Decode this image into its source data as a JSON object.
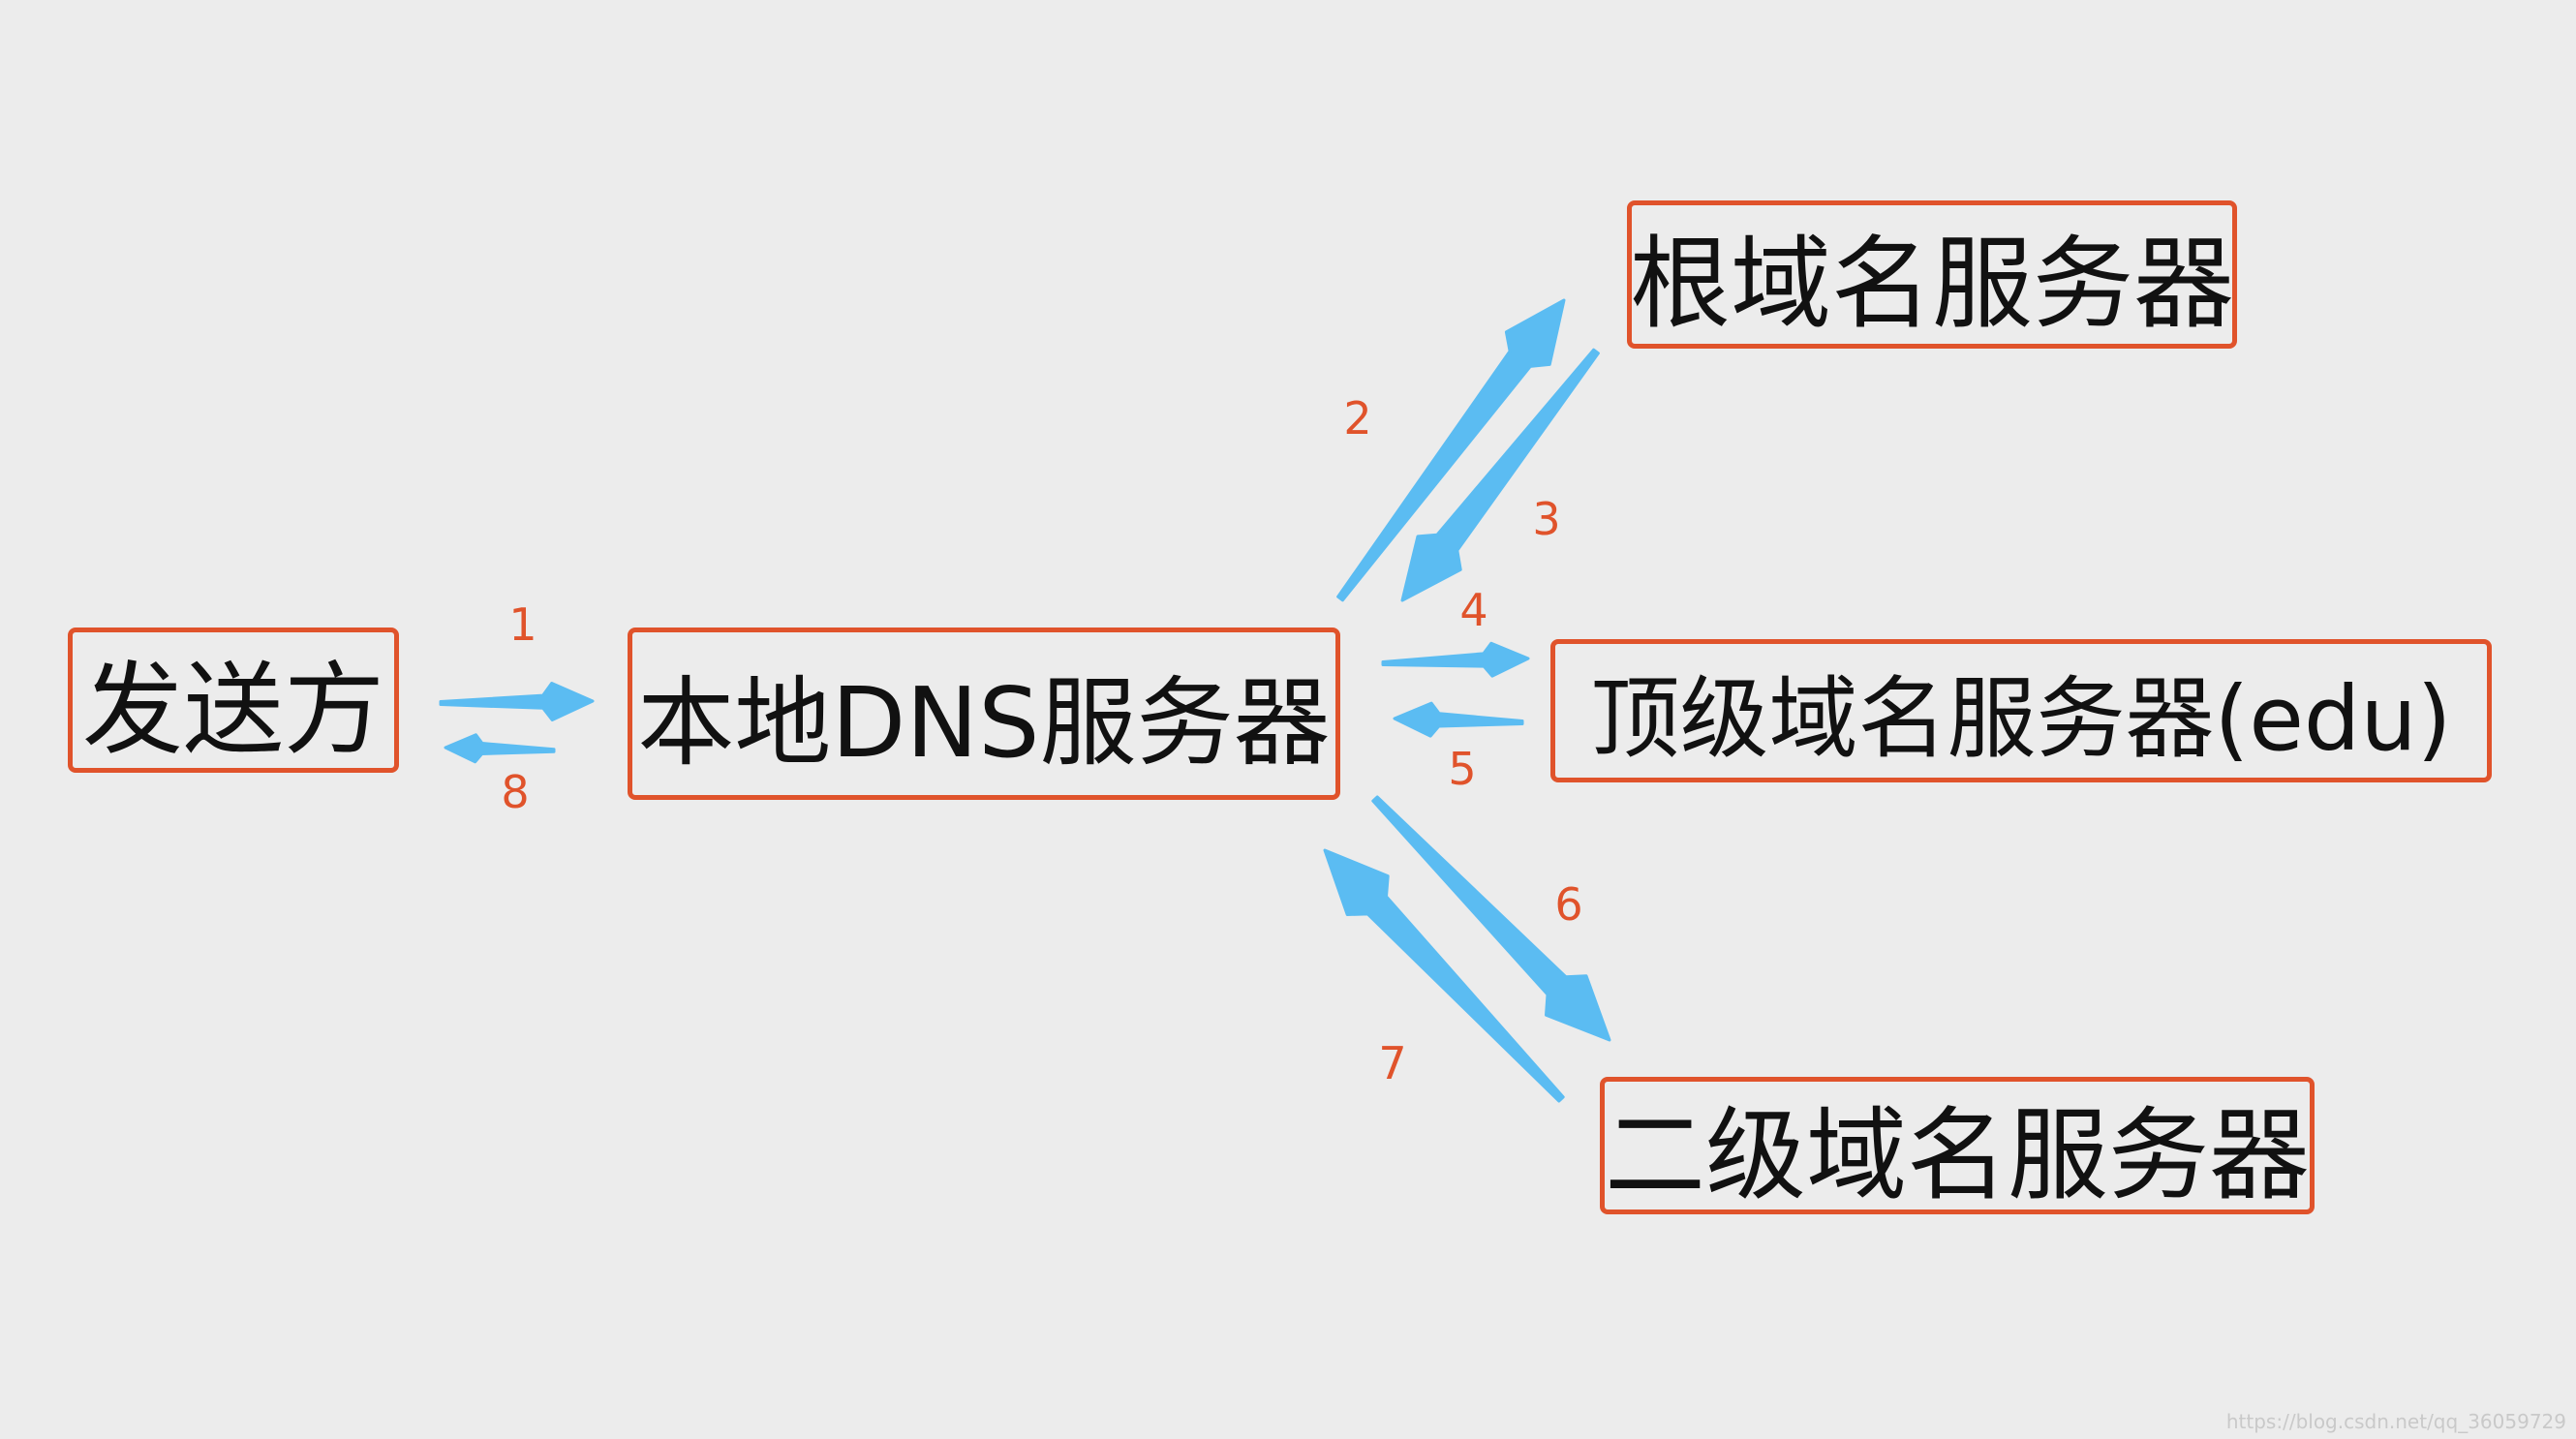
{
  "nodes": {
    "sender": "发送方",
    "local_dns": "本地DNS服务器",
    "root": "根域名服务器",
    "tld": "顶级域名服务器(edu)",
    "second_level": "二级域名服务器"
  },
  "steps": [
    "1",
    "2",
    "3",
    "4",
    "5",
    "6",
    "7",
    "8"
  ],
  "watermark": "https://blog.csdn.net/qq_36059729",
  "colors": {
    "background": "#ececec",
    "box_border": "#e0532b",
    "step_label": "#e0532b",
    "arrow": "#5bbcf2",
    "text": "#111111"
  }
}
